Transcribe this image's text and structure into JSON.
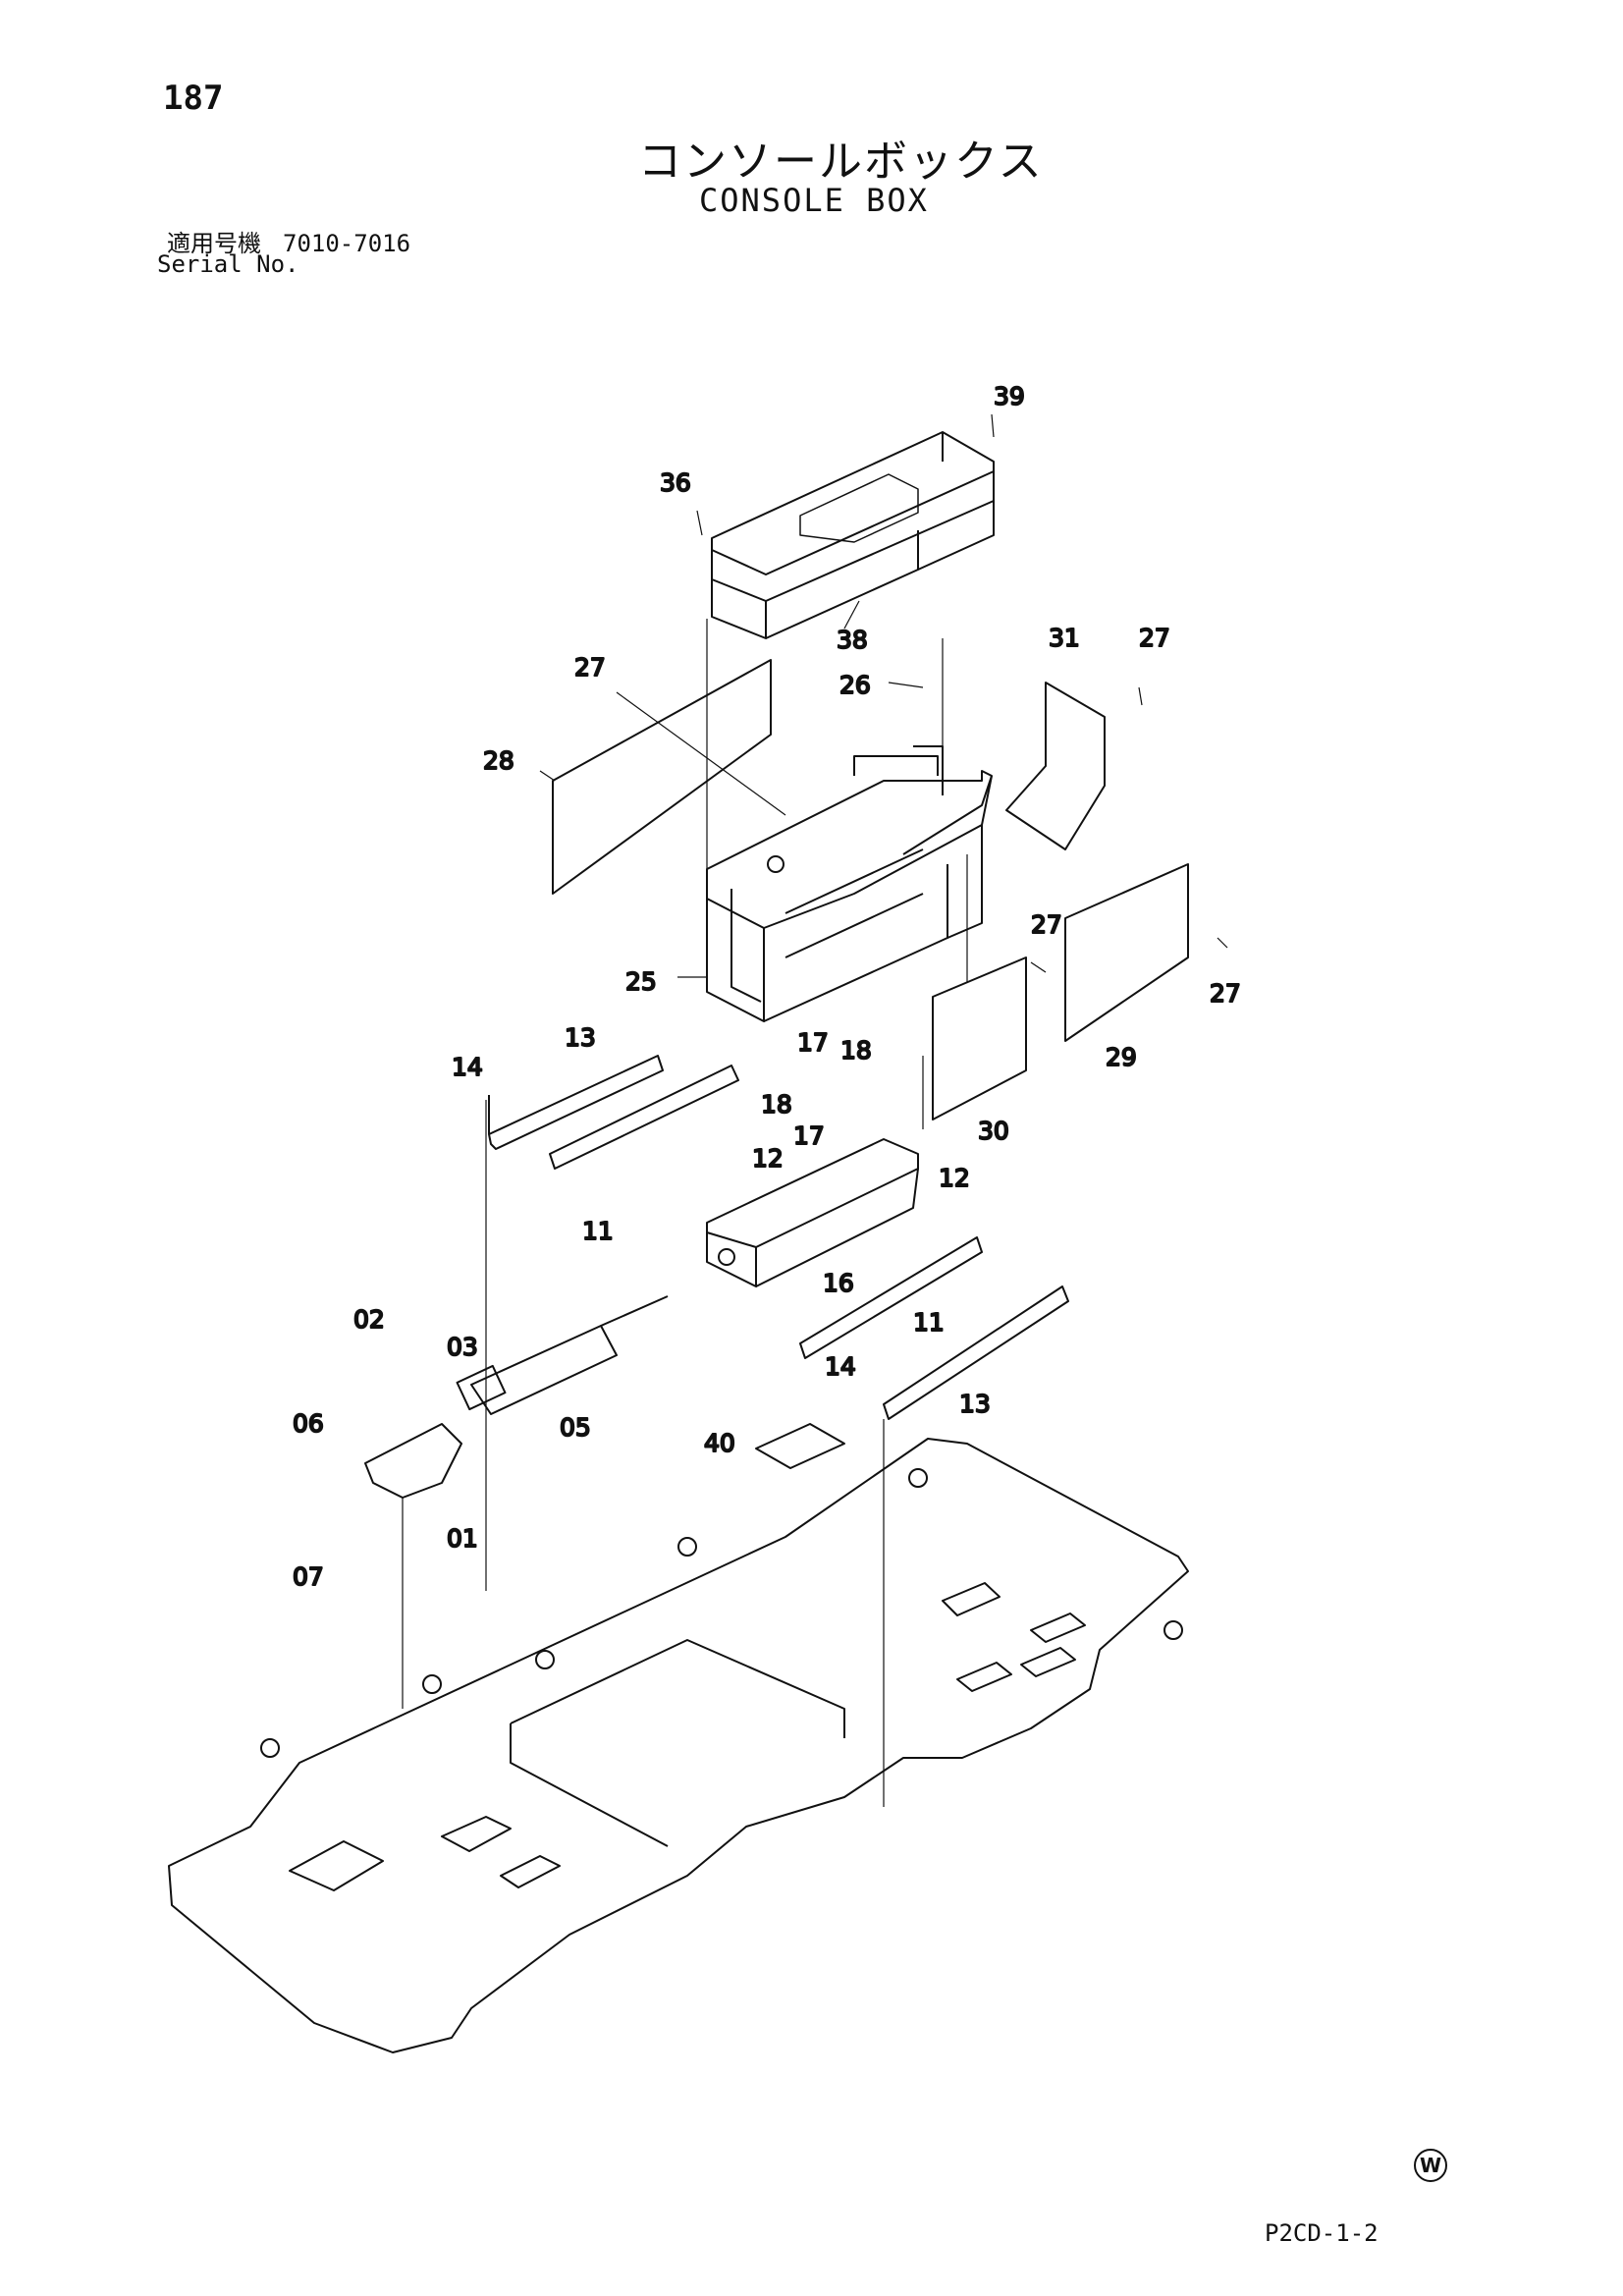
{
  "page_number": "187",
  "title_jp": "コンソールボックス",
  "title_en": "CONSOLE BOX",
  "serial": {
    "label_jp": "適用号機",
    "range": "7010-7016",
    "label_en": "Serial No."
  },
  "callouts": [
    {
      "id": "39",
      "text": "39"
    },
    {
      "id": "36",
      "text": "36"
    },
    {
      "id": "38",
      "text": "38"
    },
    {
      "id": "31",
      "text": "31"
    },
    {
      "id": "27a",
      "text": "27"
    },
    {
      "id": "27b",
      "text": "27"
    },
    {
      "id": "26",
      "text": "26"
    },
    {
      "id": "28",
      "text": "28"
    },
    {
      "id": "25",
      "text": "25"
    },
    {
      "id": "27c",
      "text": "27"
    },
    {
      "id": "27d",
      "text": "27"
    },
    {
      "id": "29",
      "text": "29"
    },
    {
      "id": "30",
      "text": "30"
    },
    {
      "id": "13a",
      "text": "13"
    },
    {
      "id": "14a",
      "text": "14"
    },
    {
      "id": "17a",
      "text": "17"
    },
    {
      "id": "18a",
      "text": "18"
    },
    {
      "id": "18b",
      "text": "18"
    },
    {
      "id": "17b",
      "text": "17"
    },
    {
      "id": "12a",
      "text": "12"
    },
    {
      "id": "11a",
      "text": "11"
    },
    {
      "id": "12b",
      "text": "12"
    },
    {
      "id": "16",
      "text": "16"
    },
    {
      "id": "11b",
      "text": "11"
    },
    {
      "id": "02",
      "text": "02"
    },
    {
      "id": "03",
      "text": "03"
    },
    {
      "id": "14b",
      "text": "14"
    },
    {
      "id": "13b",
      "text": "13"
    },
    {
      "id": "06",
      "text": "06"
    },
    {
      "id": "05",
      "text": "05"
    },
    {
      "id": "40",
      "text": "40"
    },
    {
      "id": "01",
      "text": "01"
    },
    {
      "id": "07",
      "text": "07"
    }
  ],
  "w_mark": "W",
  "page_code": "P2CD-1-2"
}
